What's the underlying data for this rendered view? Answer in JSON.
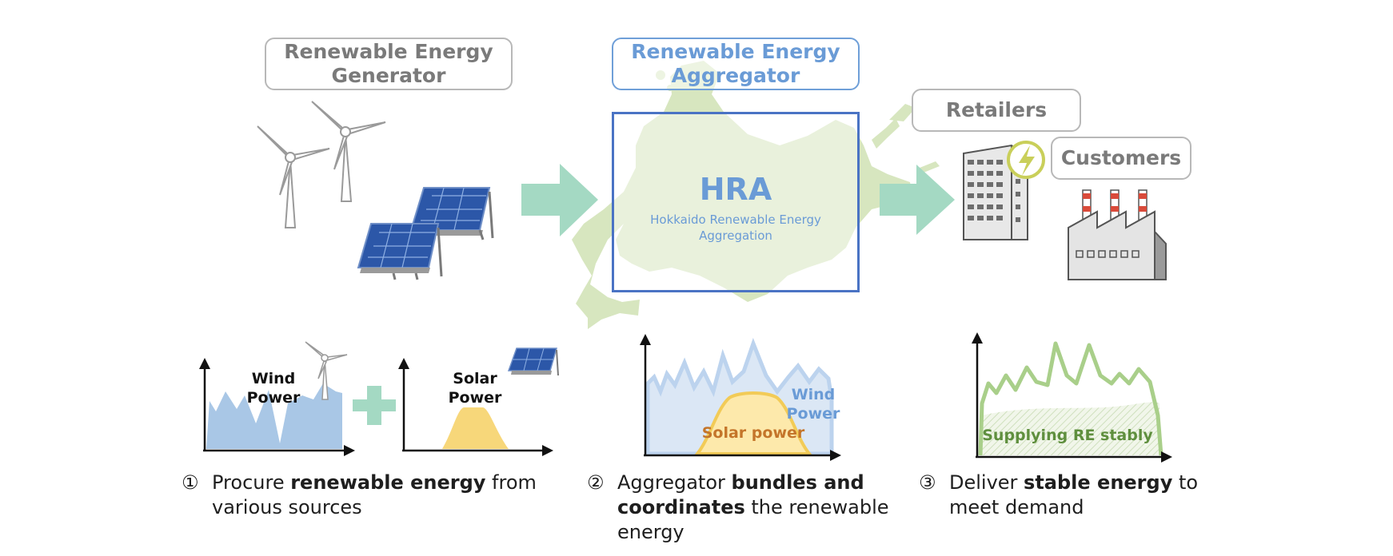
{
  "generator_box": {
    "line1": "Renewable Energy",
    "line2": "Generator"
  },
  "aggregator_box": {
    "line1": "Renewable Energy",
    "line2": "Aggregator"
  },
  "retailers_box": {
    "label": "Retailers"
  },
  "customers_box": {
    "label": "Customers"
  },
  "hra": {
    "abbr": "HRA",
    "full_line1": "Hokkaido Renewable Energy",
    "full_line2": "Aggregation"
  },
  "charts": {
    "wind": {
      "line1": "Wind",
      "line2": "Power"
    },
    "solar": {
      "line1": "Solar",
      "line2": "Power"
    },
    "combined": {
      "wind_line1": "Wind",
      "wind_line2": "Power",
      "solar": "Solar power"
    },
    "stable": {
      "label": "Supplying RE stably"
    }
  },
  "steps": [
    {
      "num": "①",
      "pre": "Procure ",
      "bold": "renewable energy",
      "post": " from",
      "line2": "various sources"
    },
    {
      "num": "②",
      "pre": "Aggregator ",
      "bold": "bundles and",
      "bold2": "coordinates",
      "post": " the renewable",
      "line3": "energy"
    },
    {
      "num": "③",
      "pre": "Deliver ",
      "bold": "stable energy",
      "post": " to",
      "line2": "meet demand"
    }
  ],
  "colors": {
    "map": "#d7e6bf",
    "arrow": "#a4d9c3",
    "wind_area": "#a9c7e6",
    "solar_area": "#f7d77a",
    "stable_line": "#a9cf8a",
    "hra_border": "#4a73c4",
    "accent_blue": "#6a9bd6"
  },
  "icons": [
    "wind-turbine-icon",
    "solar-panel-icon",
    "office-building-icon",
    "lightning-icon",
    "factory-icon",
    "plus-icon"
  ]
}
